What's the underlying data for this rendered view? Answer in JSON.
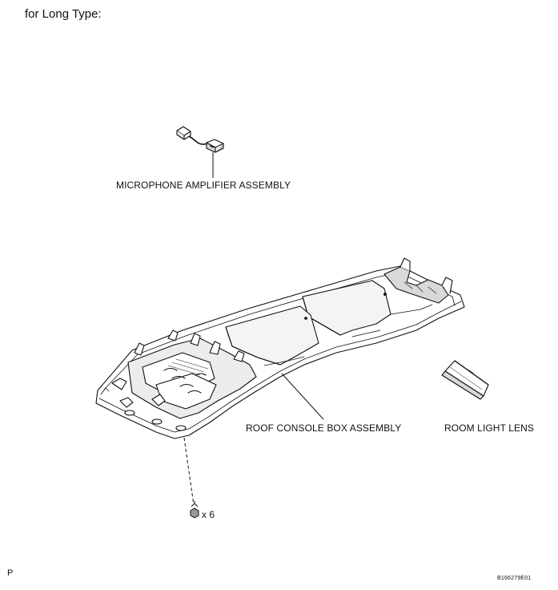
{
  "heading": "for Long Type:",
  "labels": {
    "microphone_amplifier": "MICROPHONE AMPLIFIER ASSEMBLY",
    "roof_console_box": "ROOF CONSOLE BOX ASSEMBLY",
    "room_light_lens": "ROOM LIGHT LENS",
    "screw_quantity": "x 6"
  },
  "corner_mark": "P",
  "figure_code": "B166279E01",
  "colors": {
    "ink": "#111111",
    "paper": "#ffffff",
    "shade": "#d9d9d9"
  }
}
